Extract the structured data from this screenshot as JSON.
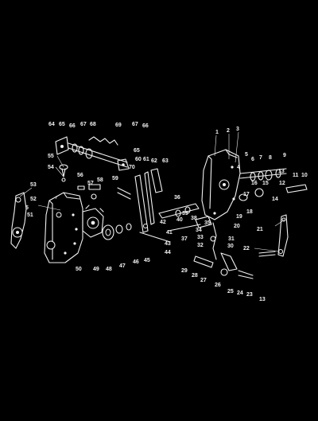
{
  "colors": {
    "background": "#000000",
    "line": "#f2f2f2"
  },
  "callouts": [
    "1",
    "2",
    "3",
    "4",
    "5",
    "5",
    "6",
    "7",
    "8",
    "9",
    "10",
    "11",
    "12",
    "13",
    "13",
    "14",
    "15",
    "16",
    "17",
    "18",
    "19",
    "20",
    "21",
    "22",
    "23",
    "24",
    "25",
    "26",
    "27",
    "28",
    "29",
    "30",
    "31",
    "32",
    "33",
    "34",
    "35",
    "36",
    "37",
    "38",
    "39",
    "40",
    "41",
    "42",
    "43",
    "44",
    "45",
    "46",
    "47",
    "48",
    "49",
    "50",
    "51",
    "52",
    "53",
    "54",
    "55",
    "56",
    "57",
    "58",
    "59",
    "60",
    "61",
    "62",
    "63",
    "64",
    "65",
    "65",
    "66",
    "66",
    "67",
    "67",
    "68",
    "69",
    "70"
  ]
}
